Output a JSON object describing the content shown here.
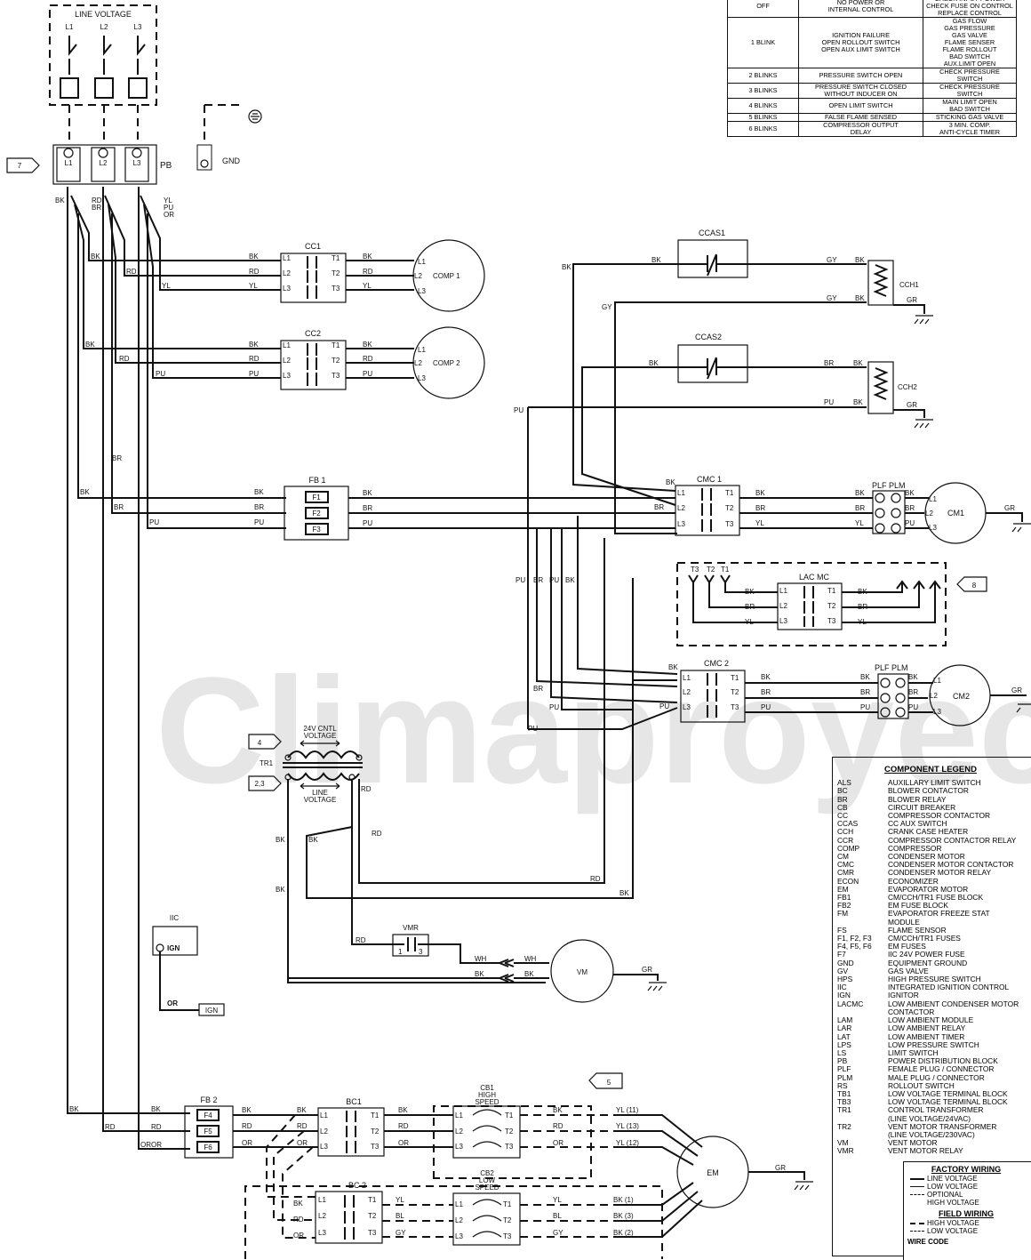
{
  "watermark": "Climaproyect",
  "diagnostics": [
    {
      "code": "OFF",
      "cause": "NO POWER OR\nINTERNAL CONTROL",
      "action": "CHECK INPUT POWER\nCHECK FUSE ON CONTROL\nREPLACE CONTROL"
    },
    {
      "code": "1 BLINK",
      "cause": "IGNITION FAILURE\nOPEN ROLLOUT SWITCH\nOPEN AUX LIMIT SWITCH",
      "action": "GAS FLOW\nGAS PRESSURE\nGAS VALVE\nFLAME SENSER\nFLAME ROLLOUT\nBAD SWITCH\nAUX.LIMIT OPEN"
    },
    {
      "code": "2 BLINKS",
      "cause": "PRESSURE SWITCH OPEN",
      "action": "CHECK PRESSURE\nSWITCH"
    },
    {
      "code": "3 BLINKS",
      "cause": "PRESSURE SWITCH CLOSED\nWITHOUT INDUCER ON",
      "action": "CHECK PRESSURE\nSWITCH"
    },
    {
      "code": "4 BLINKS",
      "cause": "OPEN LIMIT SWITCH",
      "action": "MAIN LIMIT OPEN\nBAD SWITCH"
    },
    {
      "code": "5 BLINKS",
      "cause": "FALSE FLAME SENSED",
      "action": "STICKING GAS VALVE"
    },
    {
      "code": "6 BLINKS",
      "cause": "COMPRESSOR OUTPUT\nDELAY",
      "action": "3 MIN. COMP.\nANTI-CYCLE TIMER"
    }
  ],
  "labels": {
    "line_voltage": "LINE VOLTAGE",
    "l1": "L1",
    "l2": "L2",
    "l3": "L3",
    "t1": "T1",
    "t2": "T2",
    "t3": "T3",
    "pb": "PB",
    "gnd": "GND",
    "cc1": "CC1",
    "cc2": "CC2",
    "comp1": "COMP 1",
    "comp2": "COMP 2",
    "ccas1": "CCAS1",
    "ccas2": "CCAS2",
    "cch1": "CCH1",
    "cch2": "CCH2",
    "fb1": "FB 1",
    "fb2": "FB 2",
    "f1": "F1",
    "f2": "F2",
    "f3": "F3",
    "f4": "F4",
    "f5": "F5",
    "f6": "F6",
    "cmc1": "CMC 1",
    "cmc2": "CMC 2",
    "plf_plm": "PLF PLM",
    "cm1": "CM1",
    "cm2": "CM2",
    "lacmc": "LAC MC",
    "tr1": "TR1",
    "cntl": "24V CNTL\nVOLTAGE",
    "line": "LINE\nVOLTAGE",
    "iic": "IIC",
    "ign": "IGN",
    "vmr": "VMR",
    "vm": "VM",
    "em": "EM",
    "bc1": "BC1",
    "bc2": "BC 2",
    "cb1": "CB1\nHIGH\nSPEED",
    "cb2": "CB2\nLOW\nSPEED",
    "yl11": "YL (11)",
    "yl13": "YL (13)",
    "yl12": "YL (12)",
    "bk1": "BK (1)",
    "bk3": "BK (3)",
    "bk2": "BK (2)",
    "callout7": "7",
    "callout8": "8",
    "callout4": "4",
    "callout23": "2,3",
    "callout5": "5",
    "bk": "BK",
    "rd": "RD",
    "br": "BR",
    "yl": "YL",
    "pu": "PU",
    "gy": "GY",
    "gr": "GR",
    "or": "OR",
    "wh": "WH",
    "bl": "BL",
    "n1": "1",
    "n3": "3"
  },
  "legend_title": "COMPONENT LEGEND",
  "legend": [
    [
      "ALS",
      "AUXILLARY LIMIT SWITCH"
    ],
    [
      "BC",
      "BLOWER CONTACTOR"
    ],
    [
      "BR",
      "BLOWER RELAY"
    ],
    [
      "CB",
      "CIRCUIT BREAKER"
    ],
    [
      "CC",
      "COMPRESSOR CONTACTOR"
    ],
    [
      "CCAS",
      "CC AUX SWITCH"
    ],
    [
      "CCH",
      "CRANK CASE HEATER"
    ],
    [
      "CCR",
      "COMPRESSOR CONTACTOR RELAY"
    ],
    [
      "COMP",
      "COMPRESSOR"
    ],
    [
      "CM",
      "CONDENSER MOTOR"
    ],
    [
      "CMC",
      "CONDENSER MOTOR CONTACTOR"
    ],
    [
      "CMR",
      "CONDENSER MOTOR RELAY"
    ],
    [
      "ECON",
      "ECONOMIZER"
    ],
    [
      "EM",
      "EVAPORATOR MOTOR"
    ],
    [
      "FB1",
      "CM/CCH/TR1 FUSE BLOCK"
    ],
    [
      "FB2",
      "EM FUSE BLOCK"
    ],
    [
      "FM",
      "EVAPORATOR FREEZE STAT"
    ],
    [
      "",
      "MODULE"
    ],
    [
      "FS",
      "FLAME SENSOR"
    ],
    [
      "F1, F2, F3",
      "CM/CCH/TR1 FUSES"
    ],
    [
      "F4, F5, F6",
      "EM FUSES"
    ],
    [
      "F7",
      "IIC 24V POWER FUSE"
    ],
    [
      "GND",
      "EQUIPMENT GROUND"
    ],
    [
      "GV",
      "GAS VALVE"
    ],
    [
      "HPS",
      "HIGH PRESSURE SWITCH"
    ],
    [
      "IIC",
      "INTEGRATED IGNITION CONTROL"
    ],
    [
      "IGN",
      "IGNITOR"
    ],
    [
      "LACMC",
      "LOW AMBIENT CONDENSER MOTOR"
    ],
    [
      "",
      "CONTACTOR"
    ],
    [
      "LAM",
      "LOW AMBIENT MODULE"
    ],
    [
      "LAR",
      "LOW AMBIENT RELAY"
    ],
    [
      "LAT",
      "LOW AMBIENT TIMER"
    ],
    [
      "LPS",
      "LOW PRESSURE SWITCH"
    ],
    [
      "LS",
      "LIMIT SWITCH"
    ],
    [
      "PB",
      "POWER DISTRIBUTION BLOCK"
    ],
    [
      "PLF",
      "FEMALE PLUG / CONNECTOR"
    ],
    [
      "PLM",
      "MALE PLUG / CONNECTOR"
    ],
    [
      "RS",
      "ROLLOUT SWITCH"
    ],
    [
      "TB1",
      "LOW VOLTAGE TERMINAL BLOCK"
    ],
    [
      "TB3",
      "LOW VOLTAGE TERMINAL BLOCK"
    ],
    [
      "TR1",
      "CONTROL TRANSFORMER"
    ],
    [
      "",
      "(LINE VOLTAGE/24VAC)"
    ],
    [
      "TR2",
      "VENT MOTOR TRANSFORMER"
    ],
    [
      "",
      "(LINE VOLTAGE/230VAC)"
    ],
    [
      "VM",
      "VENT MOTOR"
    ],
    [
      "VMR",
      "VENT MOTOR RELAY"
    ]
  ],
  "wiring_key": {
    "factory_title": "FACTORY WIRING",
    "factory": [
      "LINE VOLTAGE",
      "LOW VOLTAGE",
      "OPTIONAL\nHIGH VOLTAGE"
    ],
    "field_title": "FIELD WIRING",
    "field": [
      "HIGH VOLTAGE",
      "LOW VOLTAGE"
    ],
    "wire_code": "WIRE CODE"
  }
}
